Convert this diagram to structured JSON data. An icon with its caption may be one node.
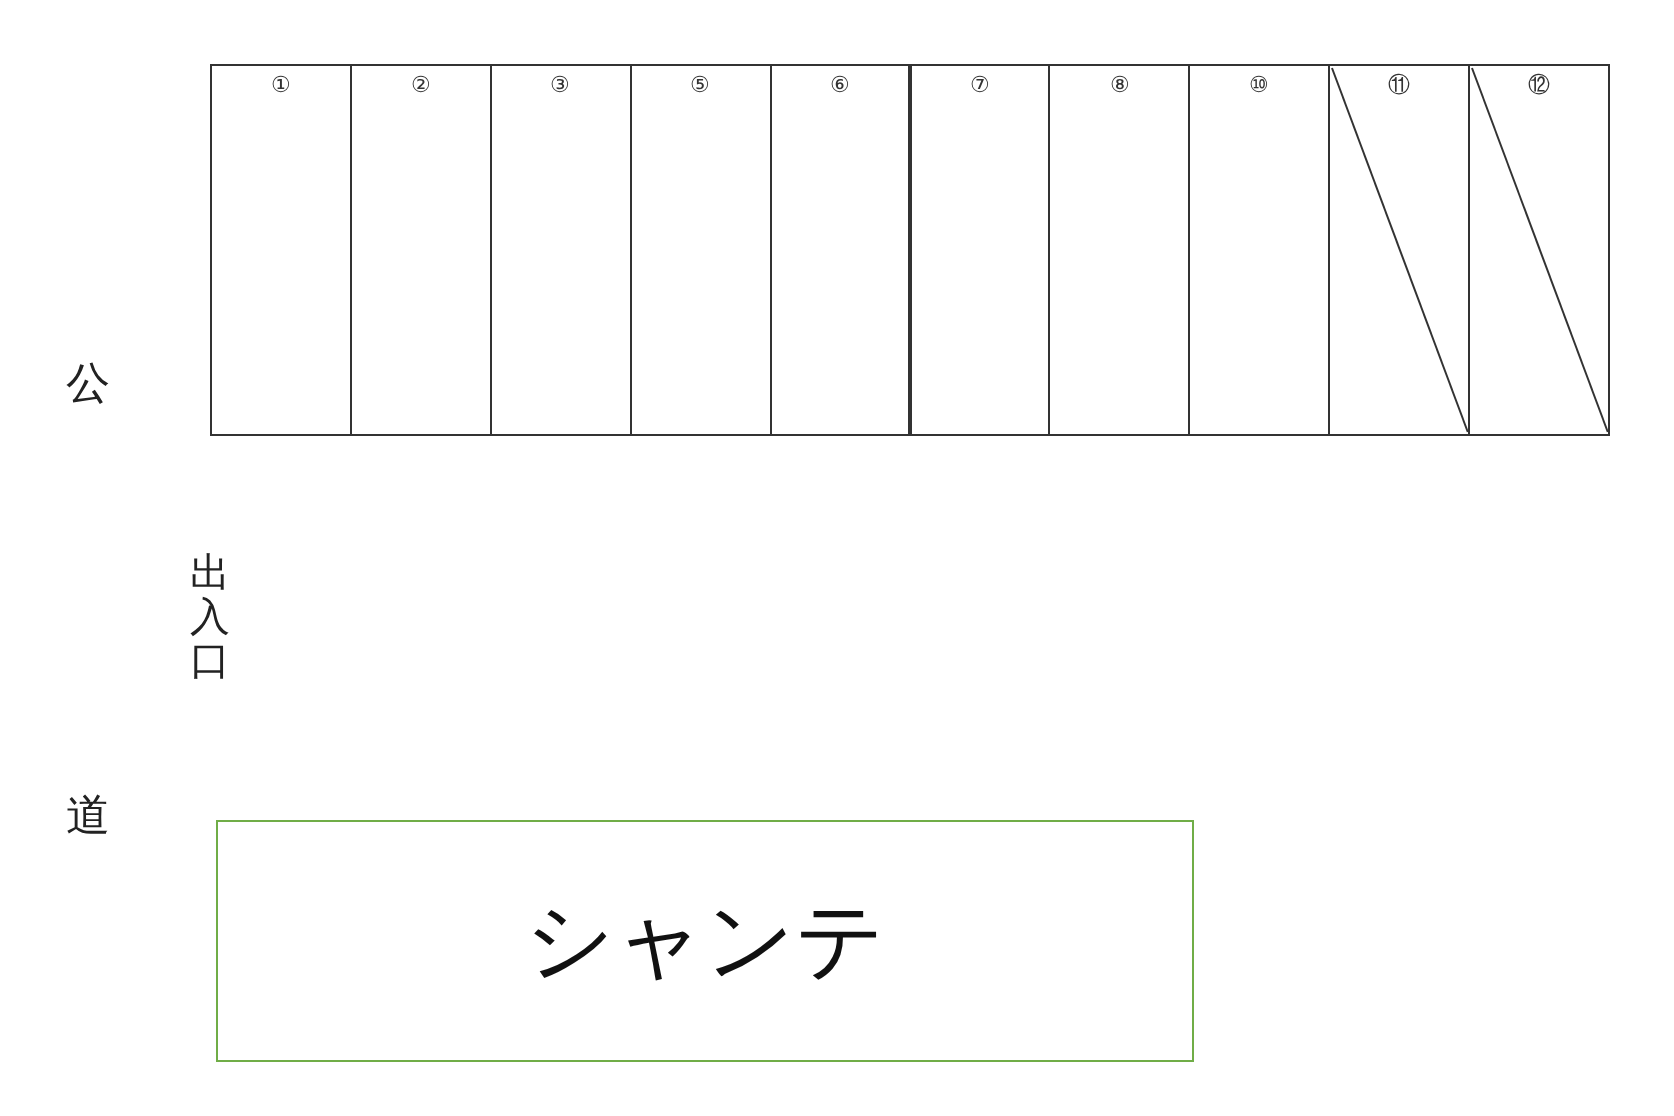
{
  "diagram": {
    "nodes": [
      {
        "text": [
          "①"
        ]
      },
      {
        "text": [
          "②"
        ]
      },
      {
        "text": [
          "③"
        ]
      },
      {
        "text": [
          "⑤"
        ]
      },
      {
        "text": [
          "⑥"
        ]
      },
      {
        "text": [
          "⑦"
        ]
      },
      {
        "text": [
          "⑧"
        ]
      },
      {
        "text": [
          "⑩"
        ]
      },
      {
        "text": [
          "⑪"
        ]
      },
      {
        "text": [
          "⑫"
        ]
      },
      {
        "text": [
          "シャンテ"
        ]
      }
    ],
    "labels": [
      "公",
      "出入口",
      "道"
    ]
  }
}
